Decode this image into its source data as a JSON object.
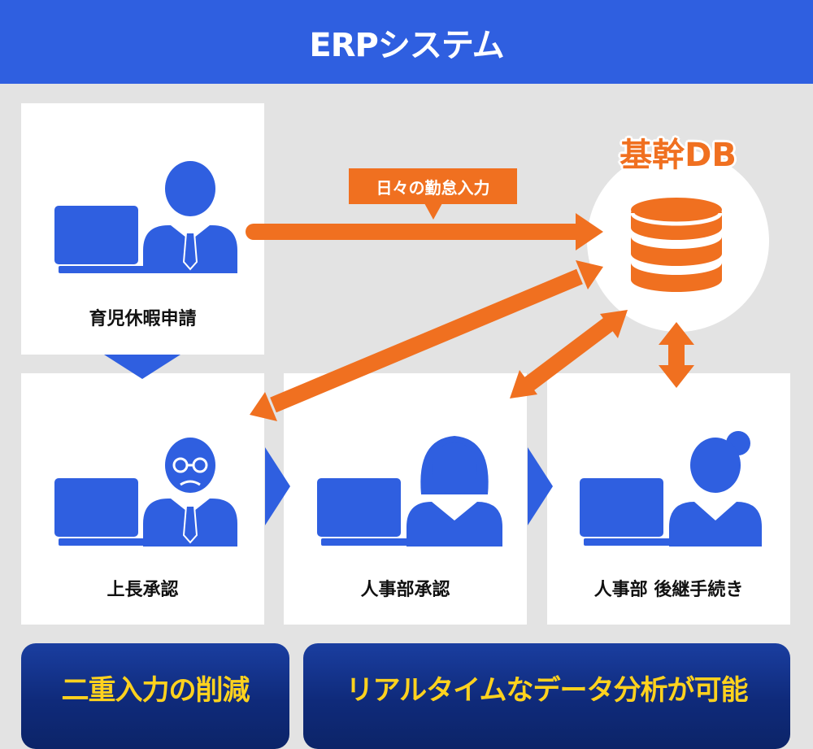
{
  "header": {
    "title": "ERPシステム"
  },
  "database": {
    "title": "基幹DB"
  },
  "callout": {
    "label": "日々の勤怠入力"
  },
  "steps": [
    {
      "label": "育児休暇申請"
    },
    {
      "label": "上長承認"
    },
    {
      "label": "人事部承認"
    },
    {
      "label": "人事部 後継手続き"
    }
  ],
  "benefits": [
    {
      "label": "二重入力の削減"
    },
    {
      "label": "リアルタイムなデータ分析が可能"
    }
  ],
  "colors": {
    "header_blue": "#2f5fe0",
    "icon_blue": "#2f5fe0",
    "arrow_orange": "#f07020",
    "benefit_text": "#ffd21e",
    "benefit_bg": "#0f2a7a"
  },
  "icons": [
    "laptop-icon",
    "employee-icon",
    "manager-icon",
    "female-staff-icon",
    "hr-staff-bun-icon",
    "database-icon"
  ]
}
